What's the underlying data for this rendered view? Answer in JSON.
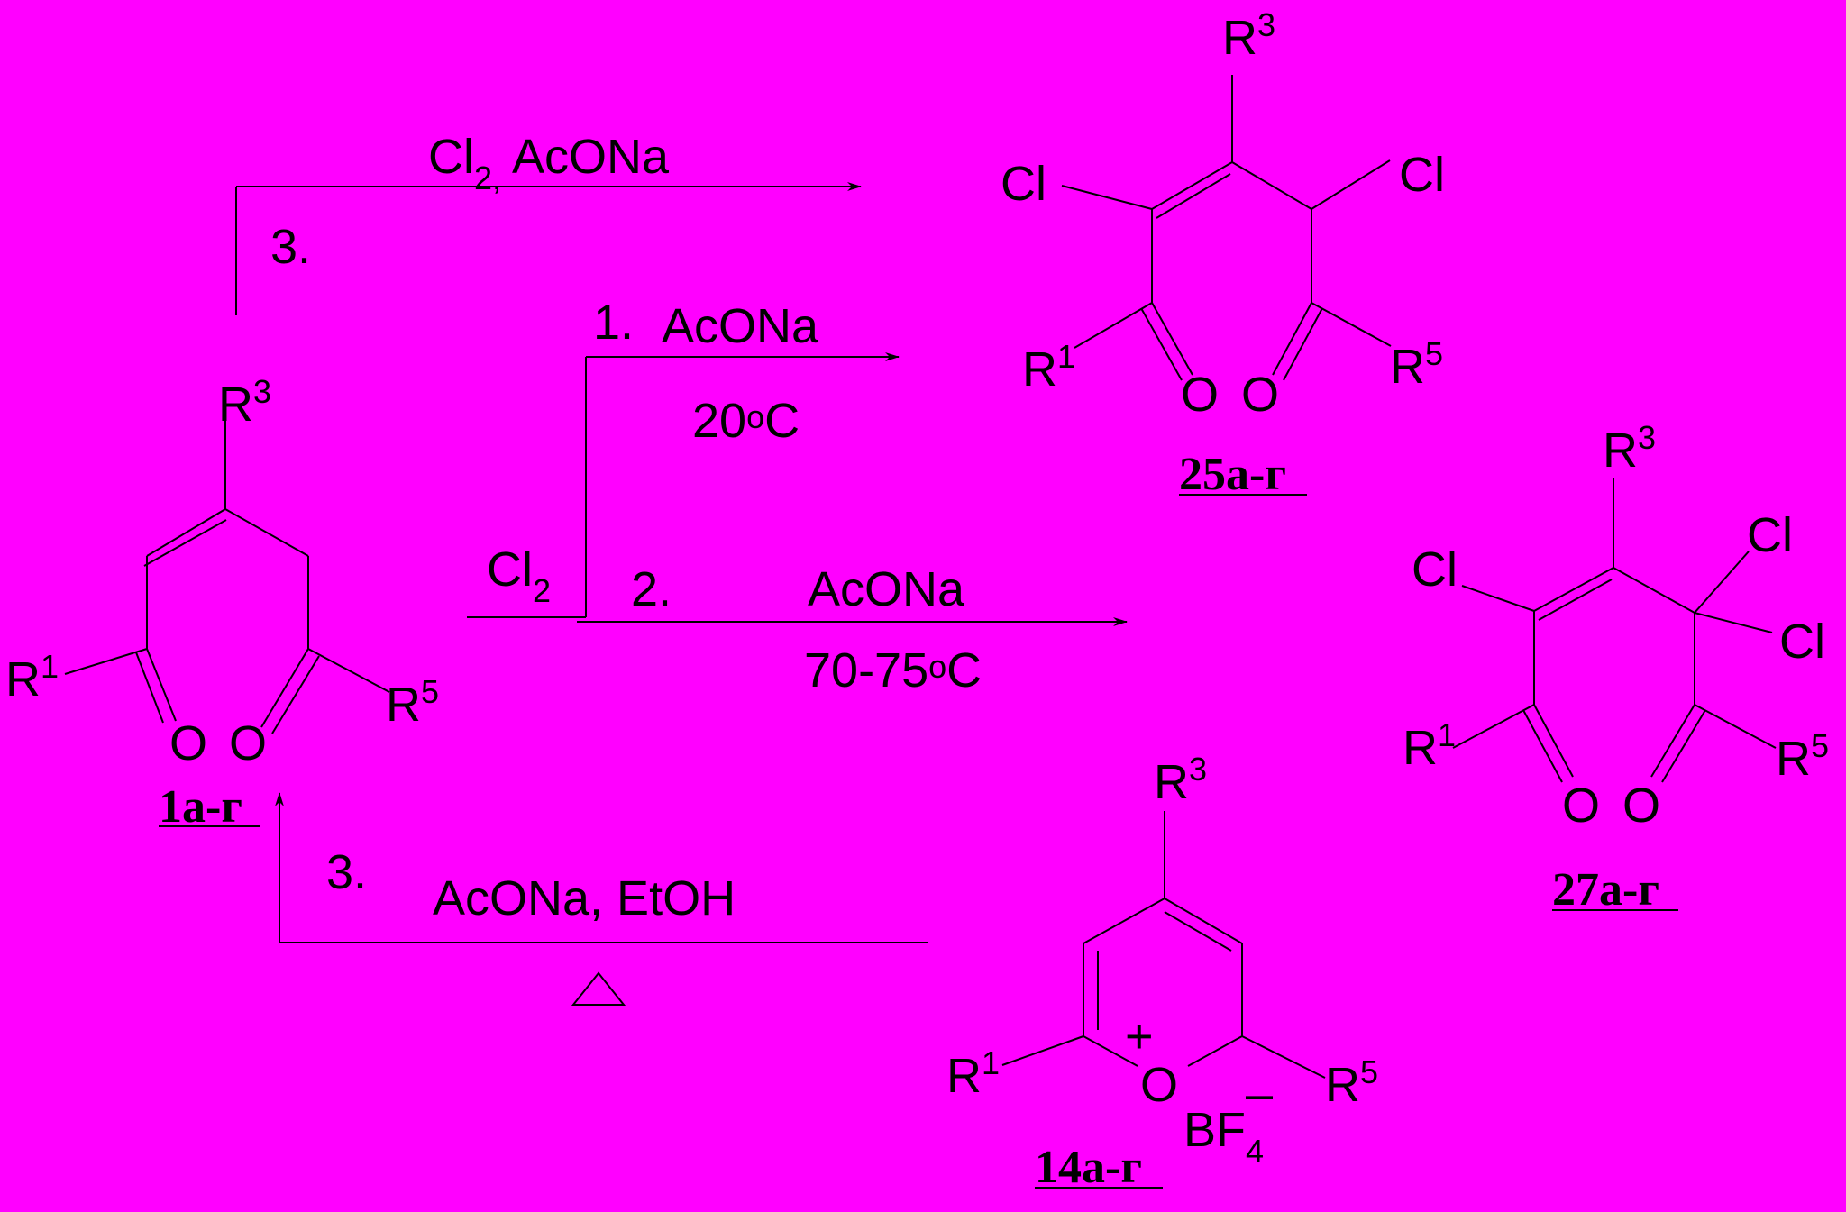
{
  "compounds": {
    "c1": {
      "label": "1а-г"
    },
    "c25": {
      "label": "25а-г"
    },
    "c27": {
      "label": "27а-г"
    },
    "c14": {
      "label": "14а-г"
    }
  },
  "atoms": {
    "R": "R",
    "one": "1",
    "three": "3",
    "five": "5",
    "O": "O",
    "Cl": "Cl",
    "BF": "BF",
    "four": "4",
    "plus": "+",
    "minus": "–"
  },
  "reactions": {
    "top": {
      "step": "3.",
      "reagent": "Cl",
      "sub": "2,",
      "reagent2": "AcONa"
    },
    "mid1": {
      "step": "1.",
      "reagent": "AcONa",
      "cond": "20",
      "deg": "o",
      "unit": "C"
    },
    "cl2": {
      "reagent": "Cl",
      "sub": "2"
    },
    "mid2": {
      "step": "2.",
      "reagent": "AcONa",
      "cond": "70-75",
      "deg": "o",
      "unit": "C"
    },
    "bottom": {
      "step": "3.",
      "reagent": "AcONa, EtOH"
    }
  }
}
